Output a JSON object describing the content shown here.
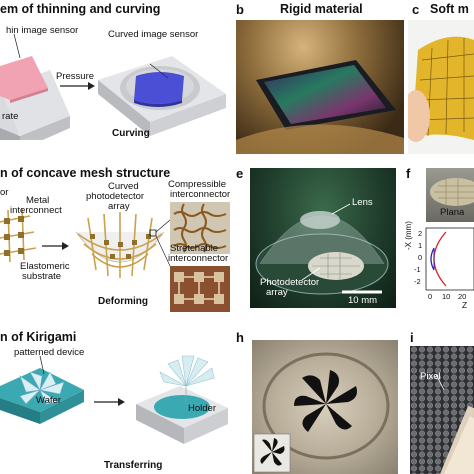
{
  "panels": {
    "a": {
      "title": "em of thinning and curving",
      "labels": {
        "thin_sensor": "hin image sensor",
        "pressure": "Pressure",
        "curved_sensor": "Curved image sensor",
        "substrate": "rate",
        "curving": "Curving"
      }
    },
    "b": {
      "letter": "b",
      "title": "Rigid material"
    },
    "c": {
      "letter": "c",
      "title": "Soft m"
    },
    "d": {
      "title": "n of concave mesh structure",
      "labels": {
        "or": "or",
        "metal": "Metal",
        "interconnect": "interconnect",
        "curved": "Curved",
        "photodetector": "photodetector",
        "array": "array",
        "compressible": "Compressible",
        "interconnector_c": "interconnector",
        "elastomeric": "Elastomeric",
        "substrate": "substrate",
        "deforming": "Deforming",
        "stretchable": "Stretchable",
        "interconnector_s": "interconnector"
      }
    },
    "e": {
      "letter": "e",
      "labels": {
        "lens": "Lens",
        "photodetector": "Photodetector",
        "array": "array",
        "scale": "10 mm"
      }
    },
    "f": {
      "letter": "f",
      "labels": {
        "planar": "Plana",
        "ylabel": "-X (mm)",
        "tick_0": "0",
        "tick_1": "1",
        "tick_2": "2",
        "tick_neg1": "-1",
        "tick_neg2": "-2",
        "z": "Z",
        "xt0": "0",
        "xt10": "10",
        "xt20": "20"
      }
    },
    "g": {
      "title": "n of Kirigami",
      "labels": {
        "patterned": "patterned device",
        "wafer": "Wafer",
        "holder": "Holder",
        "transferring": "Transferring"
      }
    },
    "h": {
      "letter": "h"
    },
    "i": {
      "letter": "i",
      "labels": {
        "pixel": "Pixel"
      }
    }
  },
  "colors": {
    "sensor_pink": "#f2a3b3",
    "curved_blue": "#4a4fd6",
    "box_gray": "#c8c9cc",
    "wafer_teal": "#3aa9b1",
    "mesh_gold": "#c9a24a",
    "grid_bg": "#2d2f33"
  }
}
